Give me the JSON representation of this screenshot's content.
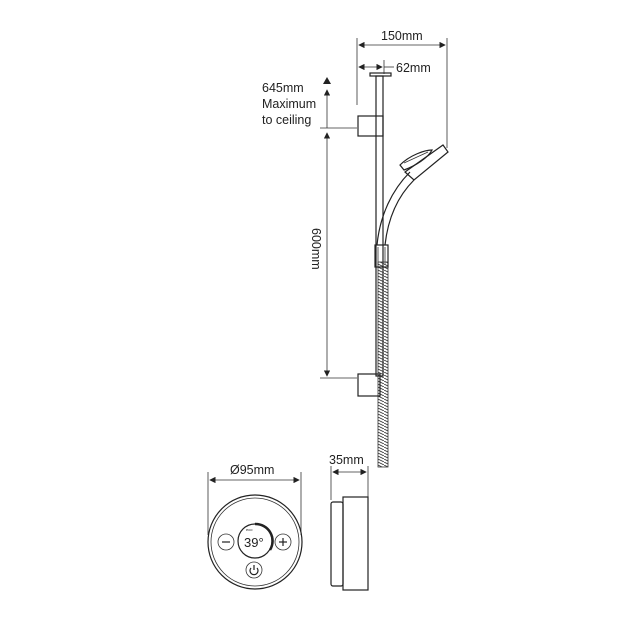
{
  "dimensions": {
    "overall_width": "150mm",
    "rail_offset": "62mm",
    "ceiling_distance": "645mm",
    "ceiling_note_line1": "Maximum",
    "ceiling_note_line2": "to ceiling",
    "rail_length": "600mm",
    "control_diameter": "Ø95mm",
    "control_depth": "35mm"
  },
  "control_display": {
    "temperature": "39°",
    "mode_label": "eco"
  },
  "colors": {
    "line": "#222222",
    "background": "#ffffff"
  }
}
